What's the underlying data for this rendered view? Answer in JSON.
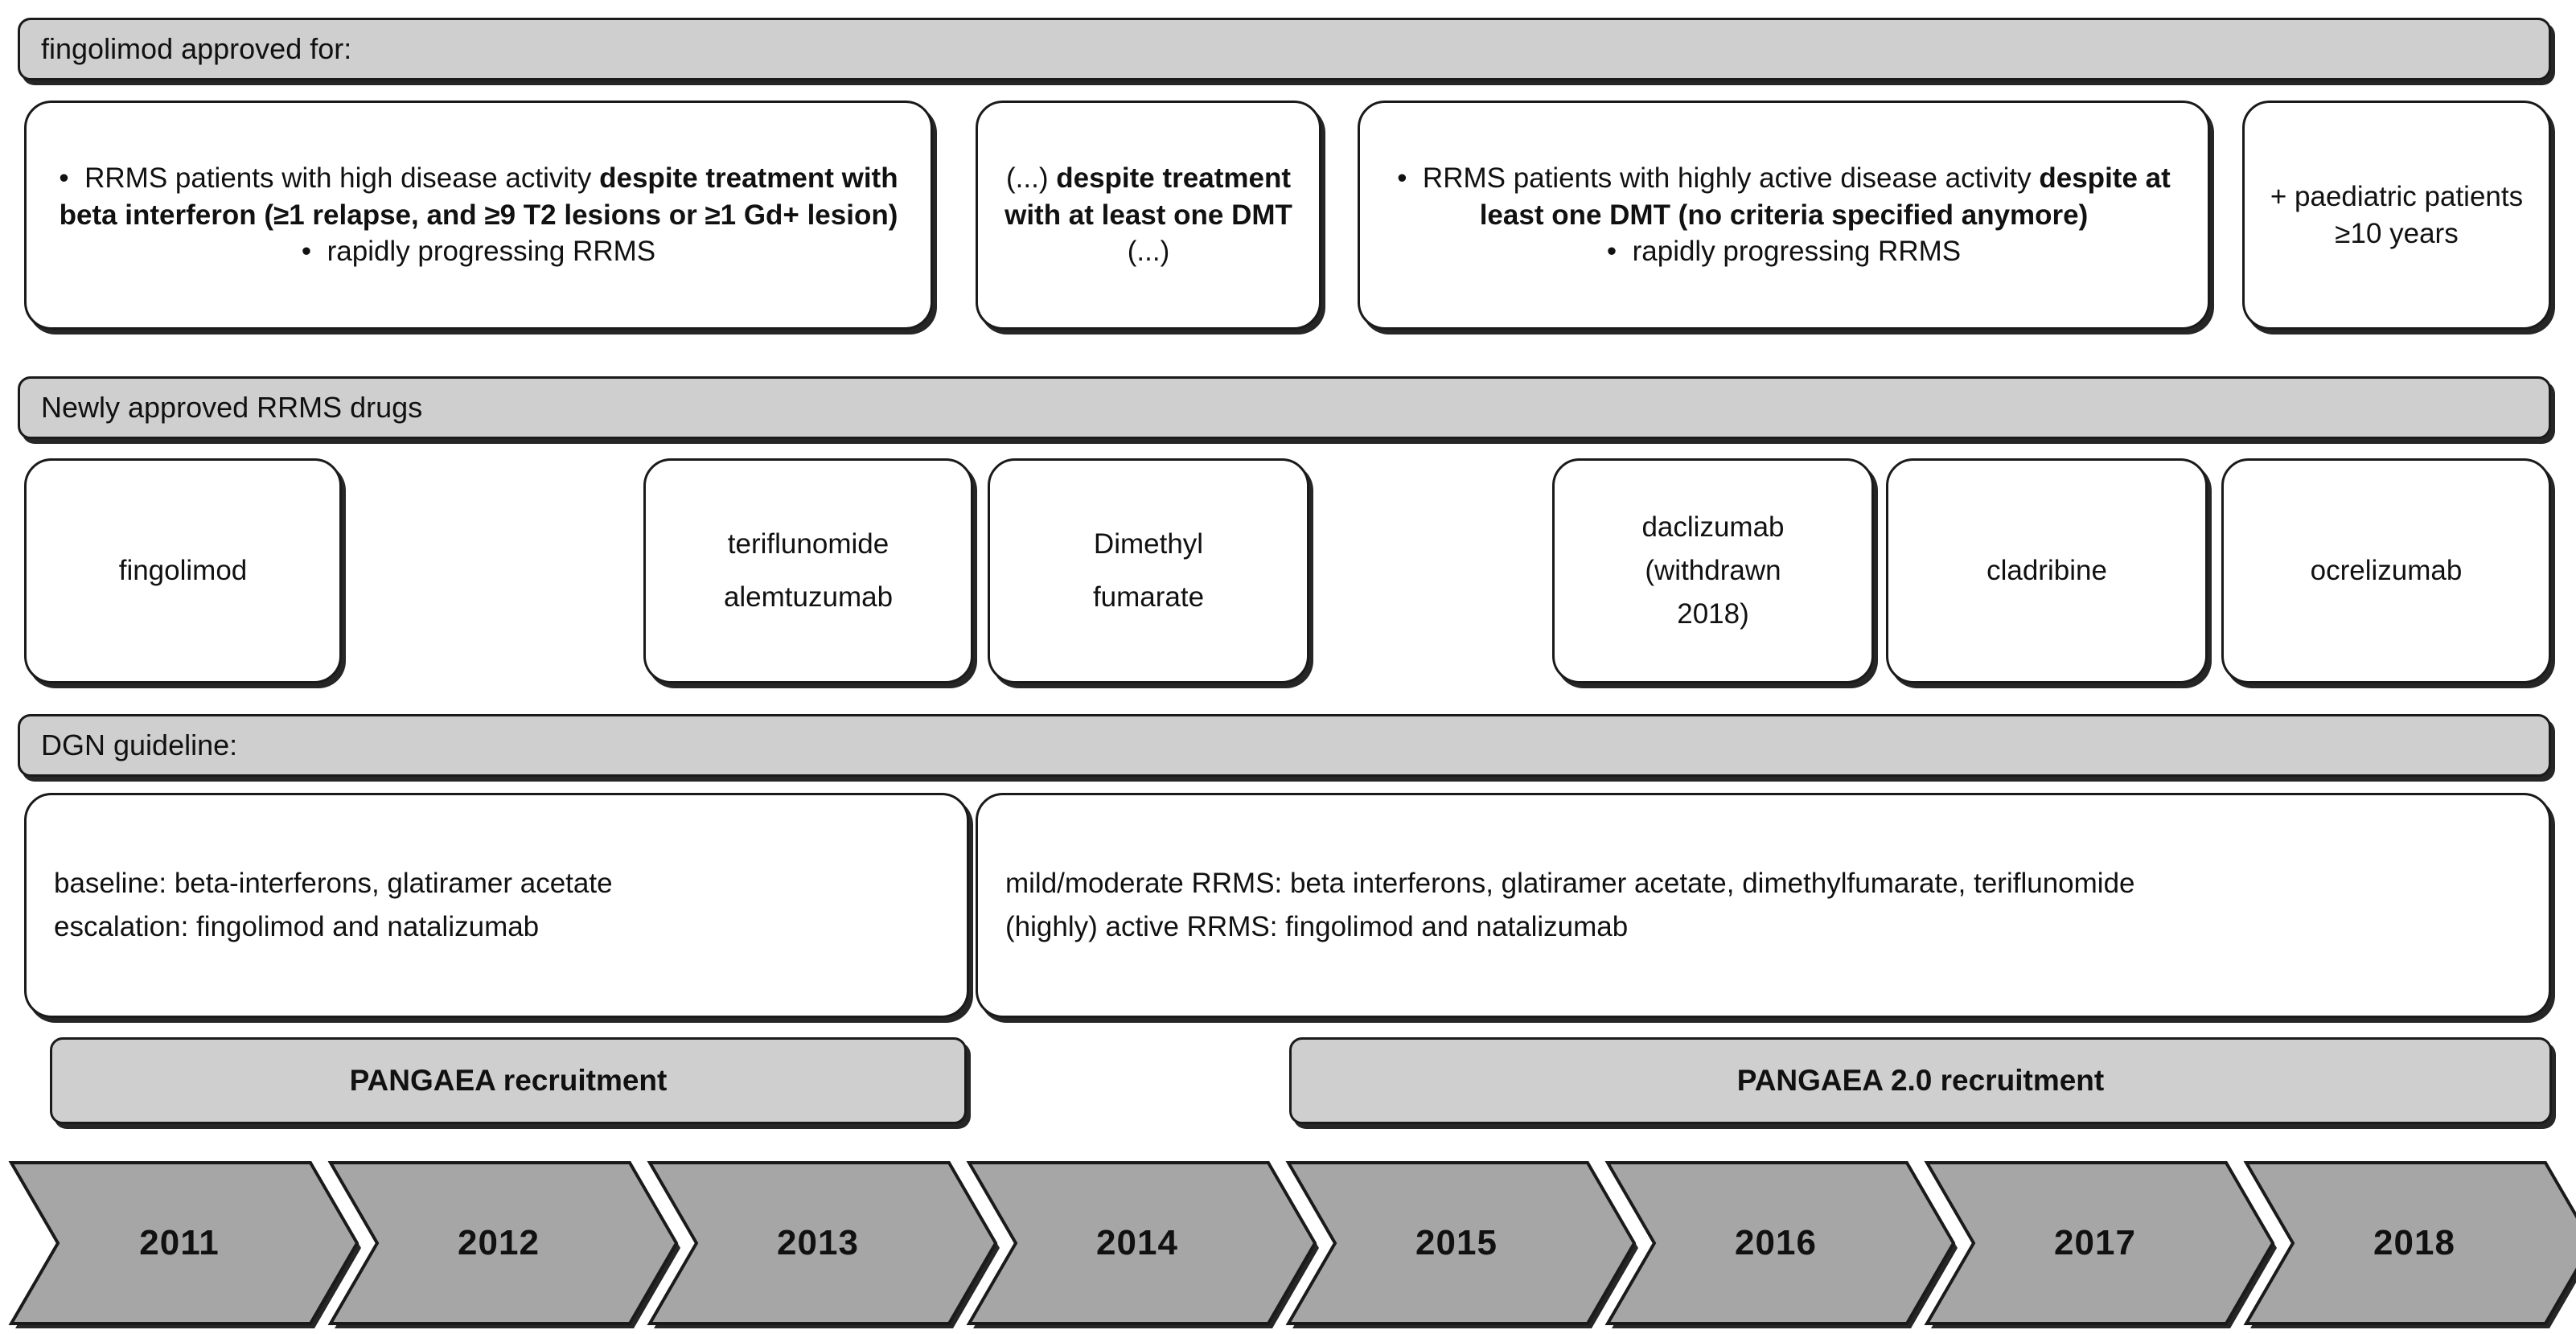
{
  "sections": {
    "approval": {
      "header": "fingolimod approved for:",
      "boxes": [
        {
          "name": "approval-box-1",
          "lines": [
            {
              "prefix": "•  ",
              "parts": [
                {
                  "t": "RRMS patients with high disease activity ",
                  "b": false
                },
                {
                  "t": "despite treatment with beta interferon (≥1 relapse, and ≥9 T2 lesions or ≥1 Gd+ lesion)",
                  "b": true
                }
              ]
            },
            {
              "prefix": "•  ",
              "parts": [
                {
                  "t": "rapidly progressing RRMS",
                  "b": false
                }
              ]
            }
          ]
        },
        {
          "name": "approval-box-2",
          "lines": [
            {
              "prefix": "",
              "parts": [
                {
                  "t": "(...) ",
                  "b": false
                },
                {
                  "t": "despite treatment with at least one DMT ",
                  "b": true
                },
                {
                  "t": "(...)",
                  "b": false
                }
              ]
            }
          ]
        },
        {
          "name": "approval-box-3",
          "lines": [
            {
              "prefix": "•  ",
              "parts": [
                {
                  "t": "RRMS patients with highly active disease activity ",
                  "b": false
                },
                {
                  "t": "despite at least one DMT (no criteria specified anymore)",
                  "b": true
                }
              ]
            },
            {
              "prefix": "•  ",
              "parts": [
                {
                  "t": "rapidly progressing RRMS",
                  "b": false
                }
              ]
            }
          ]
        },
        {
          "name": "approval-box-4",
          "lines": [
            {
              "prefix": "",
              "parts": [
                {
                  "t": "+ paediatric patients ≥10 years",
                  "b": false
                }
              ]
            }
          ]
        }
      ]
    },
    "drugs": {
      "header": "Newly approved RRMS drugs",
      "boxes": [
        {
          "name": "drug-box-fingolimod",
          "label": "fingolimod"
        },
        {
          "name": "drug-box-teriflunomide-alemtuzumab",
          "label": "teriflunomide\nalemtuzumab"
        },
        {
          "name": "drug-box-dimethyl-fumarate",
          "label": "Dimethyl\nfumarate"
        },
        {
          "name": "drug-box-daclizumab",
          "label": "daclizumab\n(withdrawn\n2018)"
        },
        {
          "name": "drug-box-cladribine",
          "label": "cladribine"
        },
        {
          "name": "drug-box-ocrelizumab",
          "label": "ocrelizumab"
        }
      ]
    },
    "guideline": {
      "header": "DGN guideline:",
      "boxes": [
        {
          "name": "guideline-box-left",
          "label": "baseline: beta-interferons, glatiramer acetate\nescalation: fingolimod and natalizumab"
        },
        {
          "name": "guideline-box-right",
          "label": "mild/moderate RRMS: beta interferons, glatiramer acetate, dimethylfumarate, teriflunomide\n(highly) active RRMS: fingolimod and natalizumab"
        }
      ]
    },
    "recruitment": {
      "bars": [
        {
          "name": "pangaea-recruitment-bar",
          "label": "PANGAEA recruitment"
        },
        {
          "name": "pangaea-2-recruitment-bar",
          "label": "PANGAEA 2.0 recruitment"
        }
      ]
    },
    "timeline": {
      "years": [
        "2011",
        "2012",
        "2013",
        "2014",
        "2015",
        "2016",
        "2017",
        "2018"
      ]
    }
  },
  "colors": {
    "band_fill": "#cfcfcf",
    "chevron_fill": "#a6a6a6",
    "box_fill": "#ffffff",
    "stroke": "#1a1a1a",
    "text": "#111111"
  }
}
